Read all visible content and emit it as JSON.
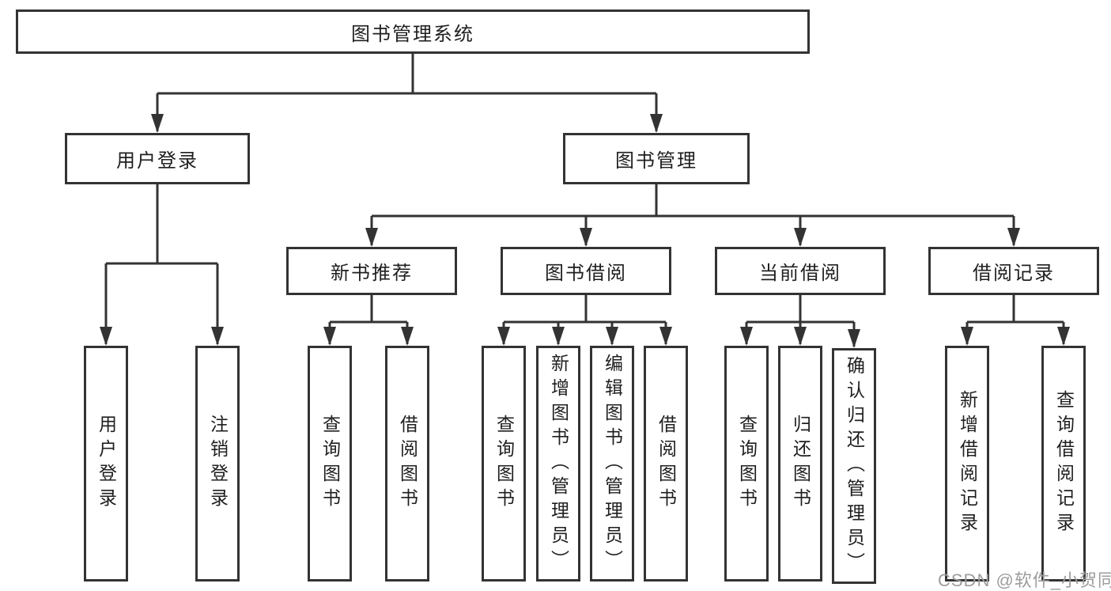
{
  "diagram": {
    "title": "图书管理系统",
    "nodes": {
      "root": {
        "label": "图书管理系统"
      },
      "level2": [
        {
          "label": "用户登录"
        },
        {
          "label": "图书管理"
        }
      ],
      "level3": [
        {
          "label": "新书推荐",
          "parent": "图书管理"
        },
        {
          "label": "图书借阅",
          "parent": "图书管理"
        },
        {
          "label": "当前借阅",
          "parent": "图书管理"
        },
        {
          "label": "借阅记录",
          "parent": "图书管理"
        }
      ],
      "leaves": [
        {
          "label": "用户登录",
          "parent": "用户登录"
        },
        {
          "label": "注销登录",
          "parent": "用户登录"
        },
        {
          "label": "查询图书",
          "parent": "新书推荐"
        },
        {
          "label": "借阅图书",
          "parent": "新书推荐"
        },
        {
          "label": "查询图书",
          "parent": "图书借阅"
        },
        {
          "label": "新增图书（管理员）",
          "parent": "图书借阅"
        },
        {
          "label": "编辑图书（管理员）",
          "parent": "图书借阅"
        },
        {
          "label": "借阅图书",
          "parent": "图书借阅"
        },
        {
          "label": "查询图书",
          "parent": "当前借阅"
        },
        {
          "label": "归还图书",
          "parent": "当前借阅"
        },
        {
          "label": "确认归还（管理员）",
          "parent": "当前借阅"
        },
        {
          "label": "新增借阅记录",
          "parent": "借阅记录"
        },
        {
          "label": "查询借阅记录",
          "parent": "借阅记录"
        }
      ]
    }
  },
  "watermark": "CSDN @软件_小贺同学",
  "colors": {
    "line": "#333333",
    "text": "#1f1f1f",
    "watermark": "#9d9d9d",
    "background": "#ffffff"
  }
}
